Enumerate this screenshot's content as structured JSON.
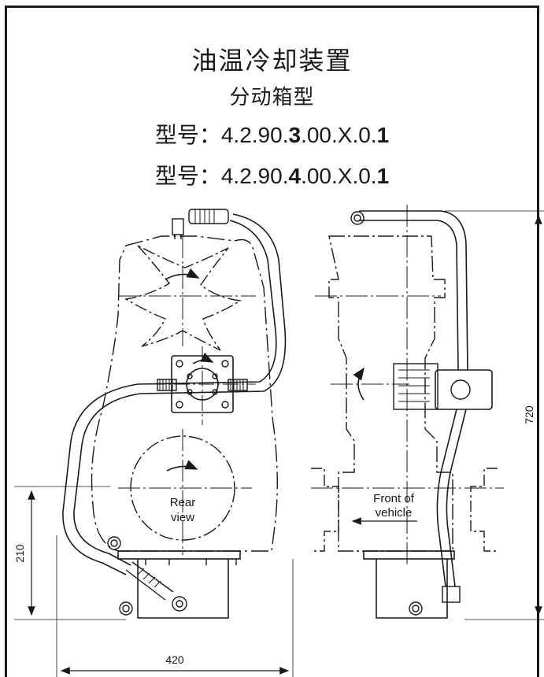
{
  "title": {
    "main": "油温冷却装置",
    "sub": "分动箱型"
  },
  "models": [
    {
      "label": "型号：",
      "prefix": "4.2.90.",
      "variant": "3",
      "mid": ".00.X.0.",
      "suffix": "1"
    },
    {
      "label": "型号：",
      "prefix": "4.2.90.",
      "variant": "4",
      "mid": ".00.X.0.",
      "suffix": "1"
    }
  ],
  "rear_view": {
    "label_line1": "Rear",
    "label_line2": "view"
  },
  "side_view": {
    "label_line1": "Front of",
    "label_line2": "vehicle"
  },
  "dimensions": {
    "width": "420",
    "height_lower": "210",
    "height_total": "720"
  },
  "colors": {
    "ink": "#1a1a1a",
    "background": "#ffffff"
  }
}
